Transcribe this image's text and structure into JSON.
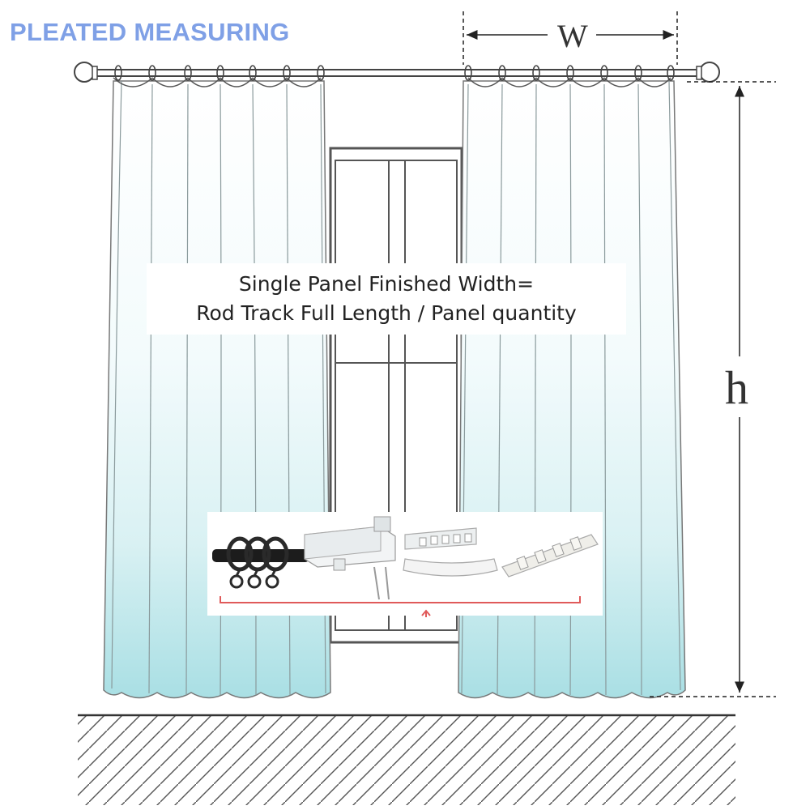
{
  "title": "PLEATED MEASURING",
  "formula": {
    "line1": "Single Panel Finished Width=",
    "line2": "Rod Track Full Length / Panel quantity"
  },
  "dimensions": {
    "width_label": "W",
    "height_label": "h"
  },
  "hardware_types": [
    "curtain-rod-with-rings",
    "straight-track",
    "curved-track",
    "flexible-track"
  ],
  "colors": {
    "title": "#7fa0e6",
    "curtain_tint": "#a9dfe4",
    "measure_line": "#e05a5a"
  }
}
